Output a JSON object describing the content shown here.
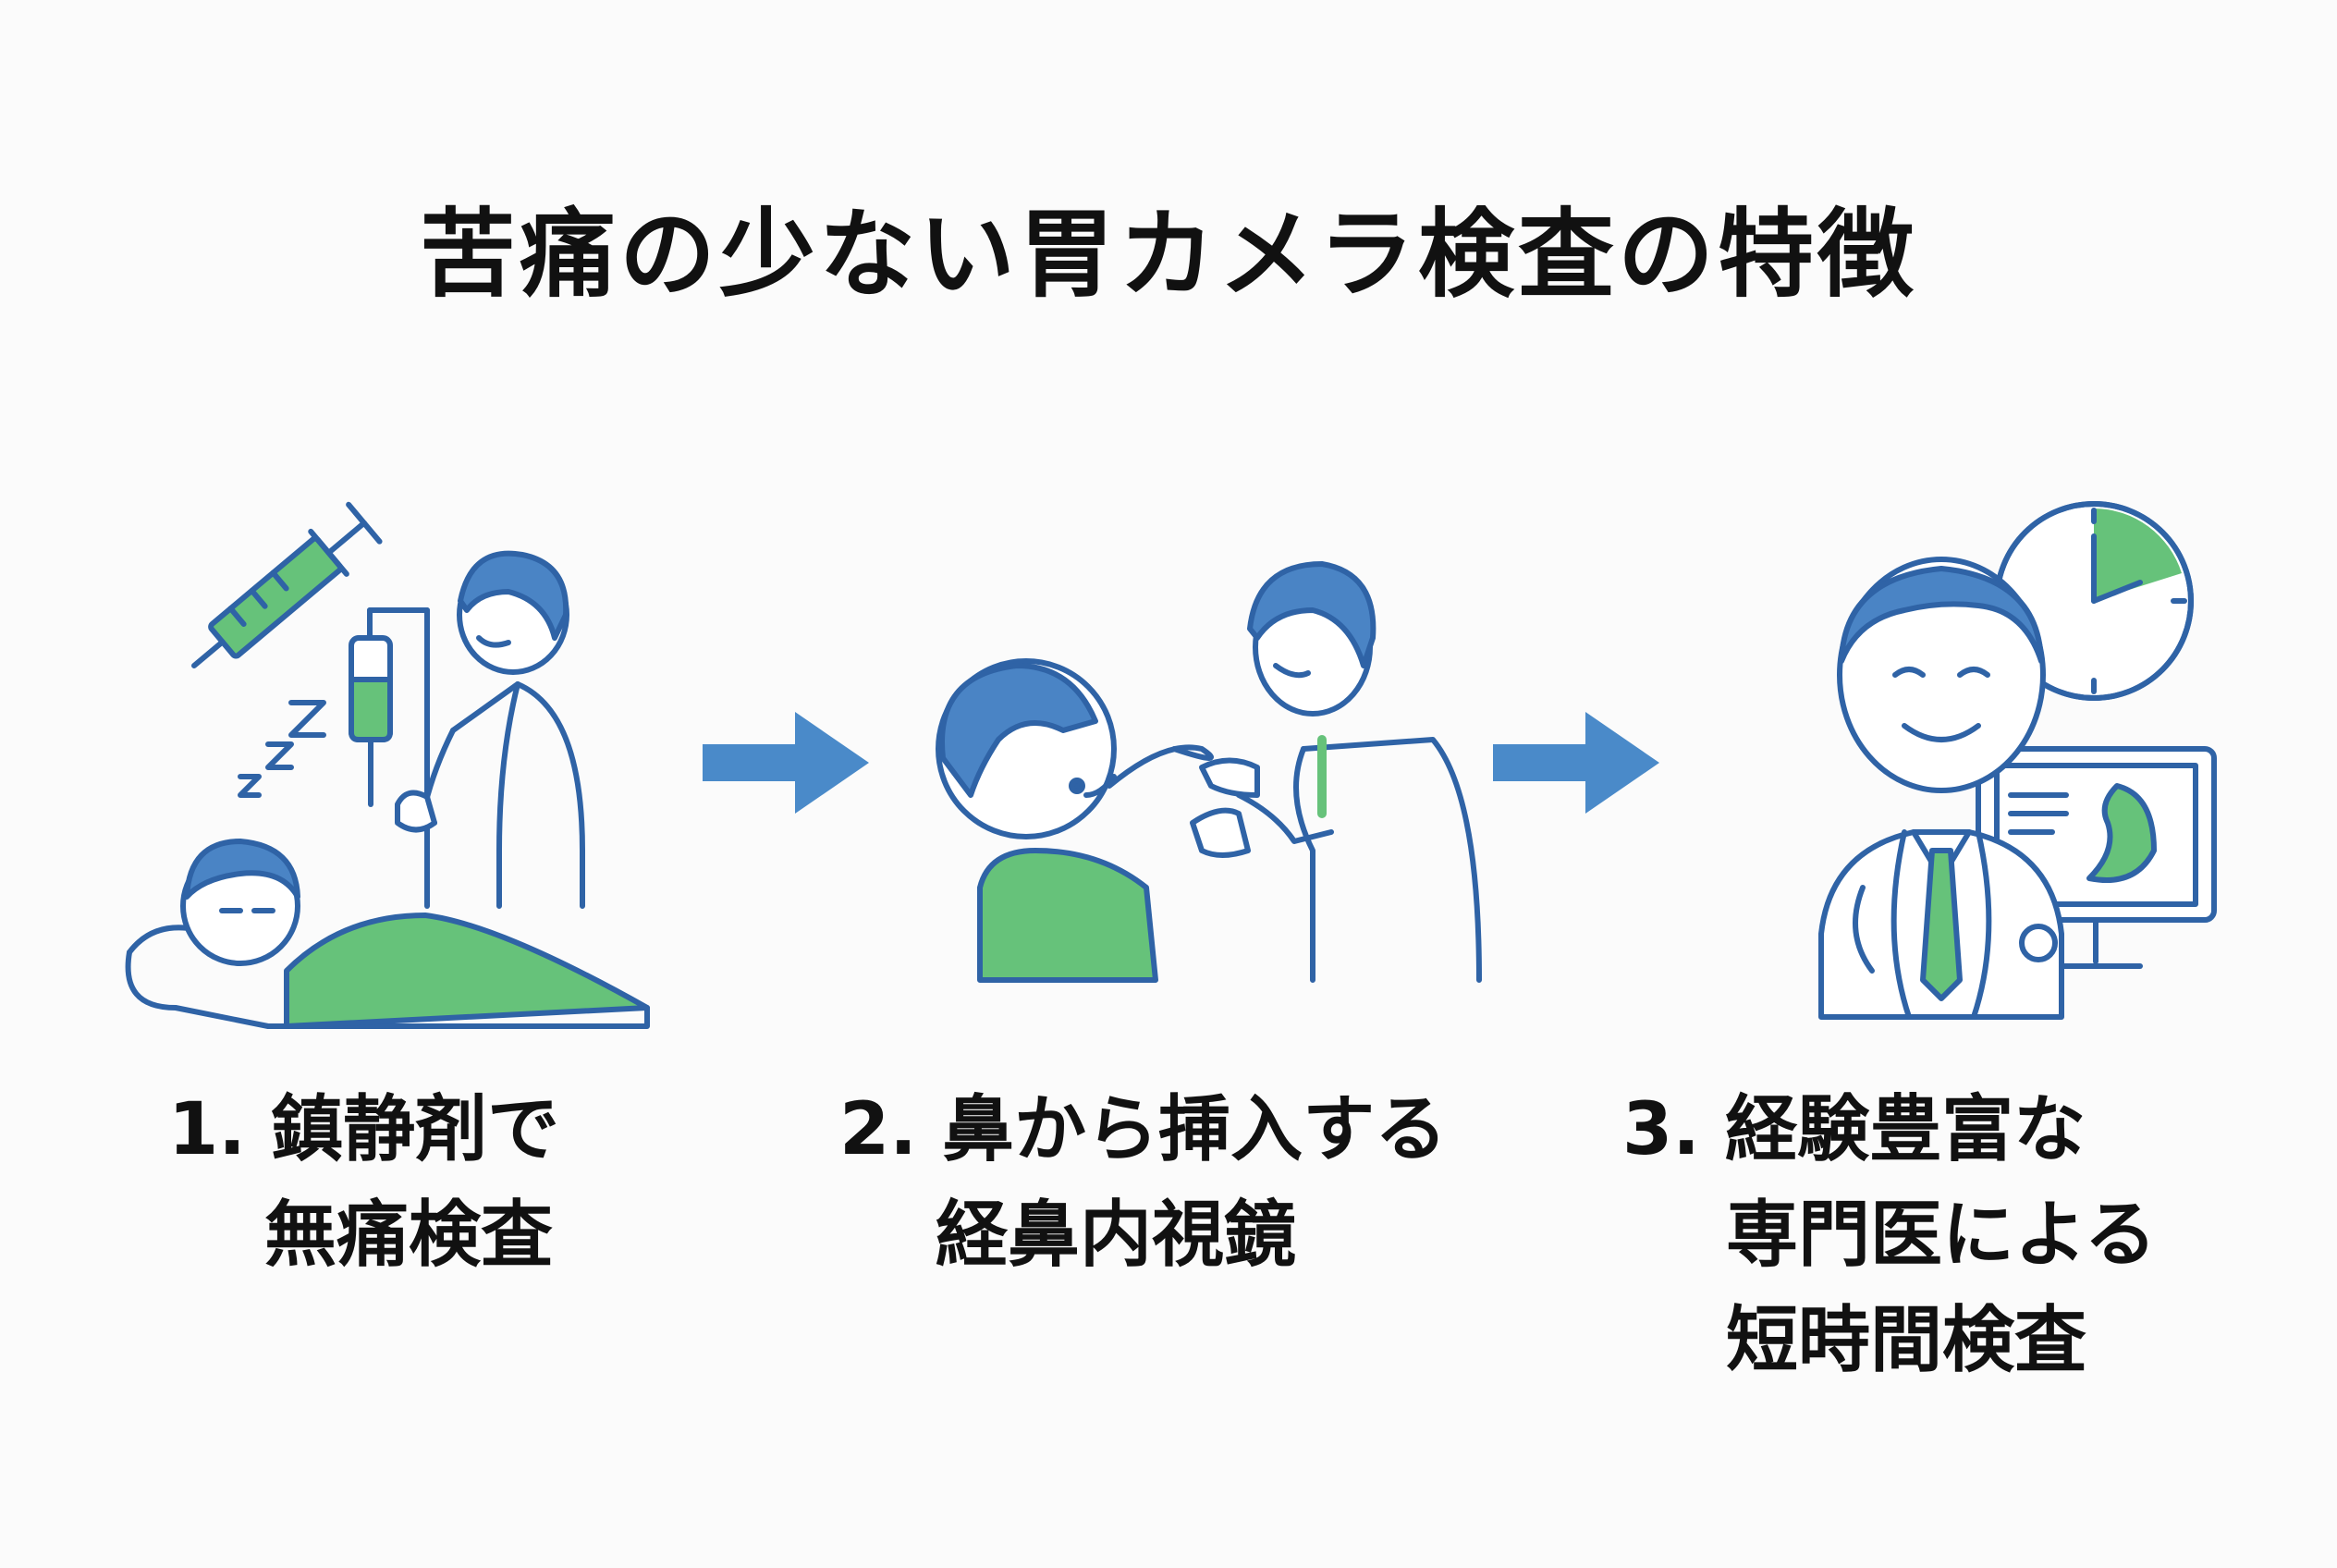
{
  "title": "苦痛の少ない胃カメラ検査の特徴",
  "steps": [
    {
      "number": "1.",
      "lines": [
        "鎮静剤で",
        "無痛検査"
      ],
      "icon": "sedated-patient-with-doctor"
    },
    {
      "number": "2.",
      "lines": [
        "鼻から挿入する",
        "経鼻内視鏡"
      ],
      "icon": "nasal-endoscope-insertion"
    },
    {
      "number": "3.",
      "lines": [
        "経験豊富な",
        "専門医による",
        "短時間検査"
      ],
      "icon": "specialist-with-clock-and-monitor"
    }
  ],
  "sleep_text": "Z Z Z",
  "colors": {
    "stroke": "#2f63a6",
    "hair": "#4a84c5",
    "green": "#66c27a",
    "arrow": "#4a8ac9",
    "text": "#111111"
  }
}
